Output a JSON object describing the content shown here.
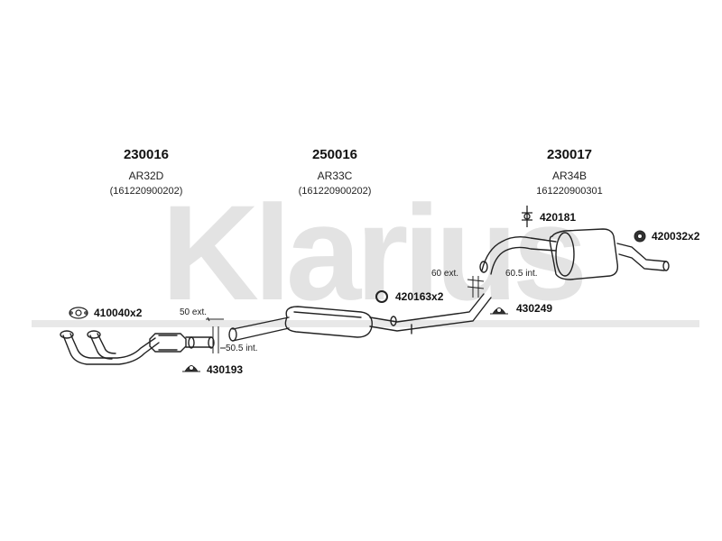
{
  "watermark": {
    "text": "Klarius",
    "color": "#e4e4e4"
  },
  "sections": [
    {
      "part_number": "230016",
      "code": "AR32D",
      "ref": "(161220900202)"
    },
    {
      "part_number": "250016",
      "code": "AR33C",
      "ref": "(161220900202)"
    },
    {
      "part_number": "230017",
      "code": "AR34B",
      "ref": "161220900301"
    }
  ],
  "fittings": {
    "gasket": "410040x2",
    "hanger_front": "430193",
    "ring": "420163x2",
    "hanger_rear": "430249",
    "clamp": "420181",
    "rubber_ring": "420032x2"
  },
  "dimensions": {
    "front_ext": "50 ext.",
    "front_int": "50.5 int.",
    "rear_ext": "60 ext.",
    "rear_int": "60.5 int."
  }
}
